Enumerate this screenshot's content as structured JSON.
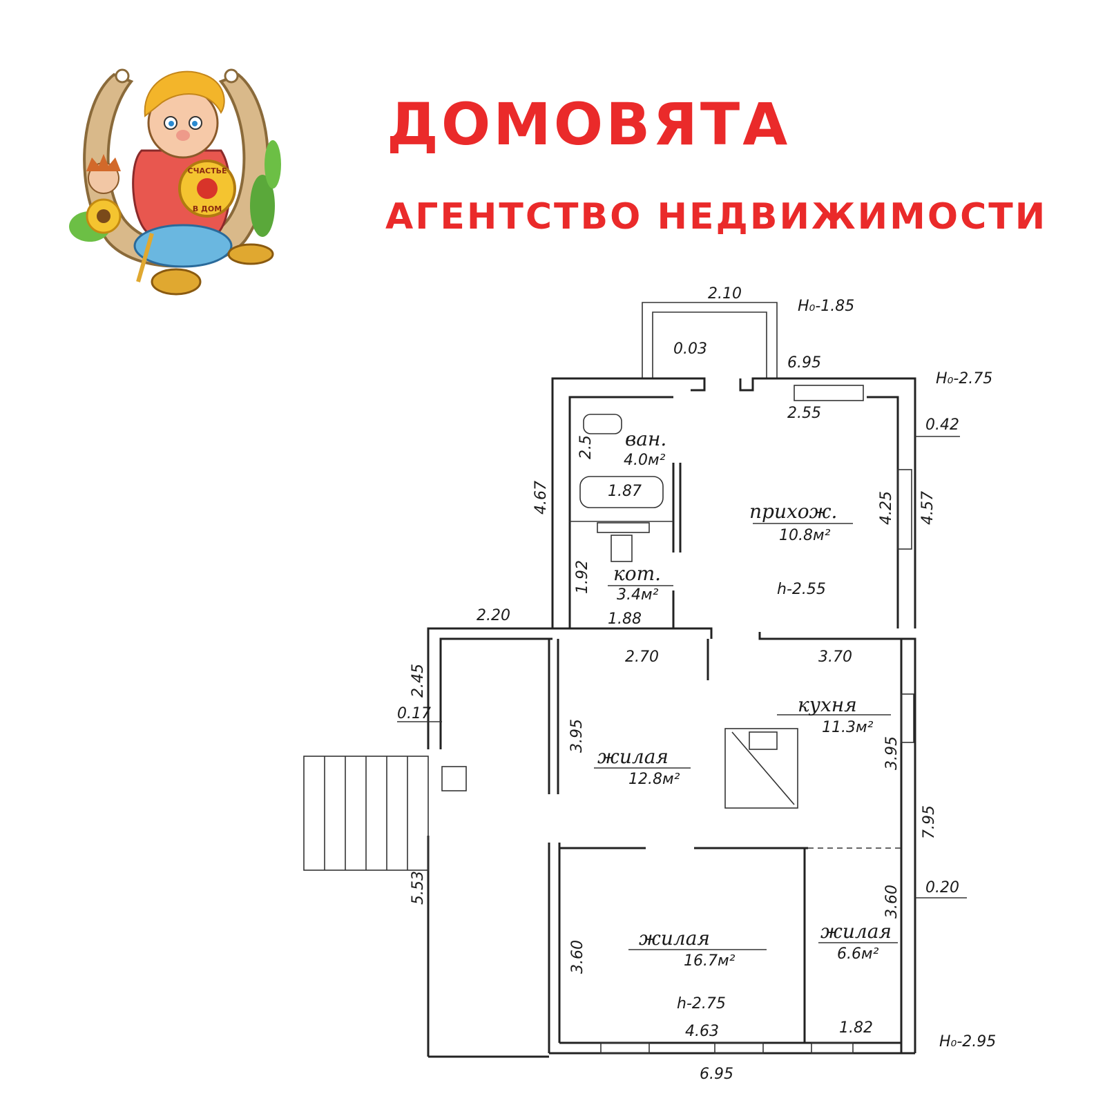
{
  "brand": {
    "title": "ДОМОВЯТА",
    "subtitle": "АГЕНТСТВО НЕДВИЖИМОСТИ",
    "logo_text_top": "СЧАСТЬЕ",
    "logo_text_bottom": "В ДОМ",
    "accent_color": "#ea2a2a"
  },
  "rooms": {
    "bath": {
      "name": "ван.",
      "area": "4.0м²"
    },
    "boiler": {
      "name": "кот.",
      "area": "3.4м²"
    },
    "hall": {
      "name": "прихож.",
      "area": "10.8м²",
      "height": "h-2.55"
    },
    "kitchen": {
      "name": "кухня",
      "area": "11.3м²"
    },
    "living1": {
      "name": "жилая",
      "area": "12.8м²"
    },
    "living2": {
      "name": "жилая",
      "area": "16.7м²",
      "height": "h-2.75"
    },
    "living3": {
      "name": "жилая",
      "area": "6.6м²"
    }
  },
  "dimensions": {
    "porch_top": "2.10",
    "ho_top": "H₀-1.85",
    "porch_side": "0.03",
    "top_right_width": "6.95",
    "ho_right_top": "H₀-2.75",
    "hall_top_inner": "2.55",
    "wall_042": "0.42",
    "bath_width": "1.87",
    "bath_height": "2.5",
    "left_top_height": "4.67",
    "hall_height": "4.25",
    "right_outer_height": "4.57",
    "boiler_height": "1.92",
    "boiler_width": "1.88",
    "left_wing_width": "2.20",
    "living1_top": "2.70",
    "kitchen_top": "3.70",
    "left_wing_height": "2.45",
    "wall_017": "0.17",
    "living1_height": "3.95",
    "kitchen_height": "3.95",
    "right_lower_height": "7.95",
    "wall_020": "0.20",
    "left_veranda_height": "5.53",
    "living2_height": "3.60",
    "living3_height": "3.60",
    "living2_width": "4.63",
    "living3_width": "1.82",
    "bottom_width": "6.95",
    "ho_bottom": "H₀-2.95"
  }
}
